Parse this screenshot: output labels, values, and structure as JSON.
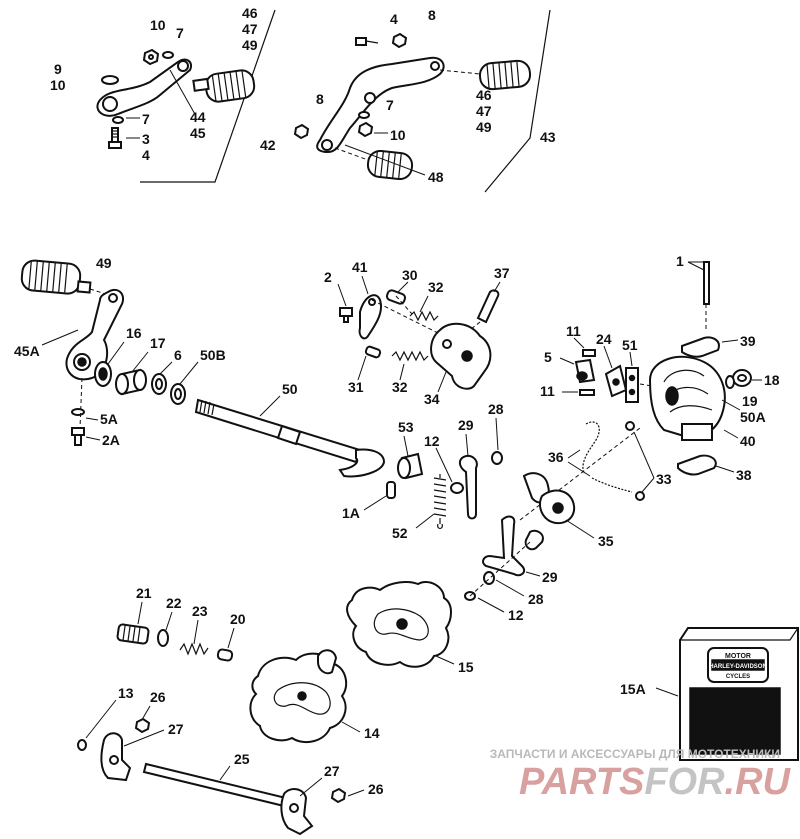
{
  "diagram": {
    "callouts": [
      {
        "id": "c10a",
        "text": "10"
      },
      {
        "id": "c7a",
        "text": "7"
      },
      {
        "id": "c46a",
        "text": "46"
      },
      {
        "id": "c47a",
        "text": "47"
      },
      {
        "id": "c49a",
        "text": "49"
      },
      {
        "id": "c9",
        "text": "9"
      },
      {
        "id": "c10b",
        "text": "10"
      },
      {
        "id": "c44",
        "text": "44"
      },
      {
        "id": "c45",
        "text": "45"
      },
      {
        "id": "c7b",
        "text": "7"
      },
      {
        "id": "c3",
        "text": "3"
      },
      {
        "id": "c4a",
        "text": "4"
      },
      {
        "id": "c42",
        "text": "42"
      },
      {
        "id": "c4b",
        "text": "4"
      },
      {
        "id": "c8a",
        "text": "8"
      },
      {
        "id": "c8b",
        "text": "8"
      },
      {
        "id": "c7c",
        "text": "7"
      },
      {
        "id": "c10c",
        "text": "10"
      },
      {
        "id": "c46b",
        "text": "46"
      },
      {
        "id": "c47b",
        "text": "47"
      },
      {
        "id": "c49b",
        "text": "49"
      },
      {
        "id": "c43",
        "text": "43"
      },
      {
        "id": "c48",
        "text": "48"
      },
      {
        "id": "c49c",
        "text": "49"
      },
      {
        "id": "c45A",
        "text": "45A"
      },
      {
        "id": "c16",
        "text": "16"
      },
      {
        "id": "c17",
        "text": "17"
      },
      {
        "id": "c6",
        "text": "6"
      },
      {
        "id": "c50B",
        "text": "50B"
      },
      {
        "id": "c5A",
        "text": "5A"
      },
      {
        "id": "c2A",
        "text": "2A"
      },
      {
        "id": "c50",
        "text": "50"
      },
      {
        "id": "c2",
        "text": "2"
      },
      {
        "id": "c41",
        "text": "41"
      },
      {
        "id": "c30",
        "text": "30"
      },
      {
        "id": "c32a",
        "text": "32"
      },
      {
        "id": "c37",
        "text": "37"
      },
      {
        "id": "c31",
        "text": "31"
      },
      {
        "id": "c32b",
        "text": "32"
      },
      {
        "id": "c34",
        "text": "34"
      },
      {
        "id": "c1",
        "text": "1"
      },
      {
        "id": "c39",
        "text": "39"
      },
      {
        "id": "c11a",
        "text": "11"
      },
      {
        "id": "c24",
        "text": "24"
      },
      {
        "id": "c51",
        "text": "51"
      },
      {
        "id": "c5",
        "text": "5"
      },
      {
        "id": "c18",
        "text": "18"
      },
      {
        "id": "c19",
        "text": "19"
      },
      {
        "id": "c11b",
        "text": "11"
      },
      {
        "id": "c50A",
        "text": "50A"
      },
      {
        "id": "c40",
        "text": "40"
      },
      {
        "id": "c38",
        "text": "38"
      },
      {
        "id": "c36",
        "text": "36"
      },
      {
        "id": "c33",
        "text": "33"
      },
      {
        "id": "c53",
        "text": "53"
      },
      {
        "id": "c28a",
        "text": "28"
      },
      {
        "id": "c29a",
        "text": "29"
      },
      {
        "id": "c12a",
        "text": "12"
      },
      {
        "id": "c1A",
        "text": "1A"
      },
      {
        "id": "c52",
        "text": "52"
      },
      {
        "id": "c35",
        "text": "35"
      },
      {
        "id": "c29b",
        "text": "29"
      },
      {
        "id": "c28b",
        "text": "28"
      },
      {
        "id": "c12b",
        "text": "12"
      },
      {
        "id": "c21",
        "text": "21"
      },
      {
        "id": "c22",
        "text": "22"
      },
      {
        "id": "c23",
        "text": "23"
      },
      {
        "id": "c20",
        "text": "20"
      },
      {
        "id": "c15",
        "text": "15"
      },
      {
        "id": "c15A",
        "text": "15A"
      },
      {
        "id": "c13",
        "text": "13"
      },
      {
        "id": "c26a",
        "text": "26"
      },
      {
        "id": "c27a",
        "text": "27"
      },
      {
        "id": "c14",
        "text": "14"
      },
      {
        "id": "c25",
        "text": "25"
      },
      {
        "id": "c27b",
        "text": "27"
      },
      {
        "id": "c26b",
        "text": "26"
      }
    ]
  },
  "product_box": {
    "brand_line1": "MOTOR",
    "brand_line2": "HARLEY-DAVIDSON",
    "brand_line3": "CYCLES"
  },
  "watermark": {
    "tagline": "ЗАПЧАСТИ И АКСЕССУАРЫ ДЛЯ МОТОТЕХНИКИ",
    "logo_part1": "PARTS",
    "logo_part2": "FOR",
    "logo_part3": ".RU"
  },
  "colors": {
    "ink": "#111111",
    "watermark_gray": "#b9b9b9",
    "watermark_red": "#d9a0a0"
  }
}
